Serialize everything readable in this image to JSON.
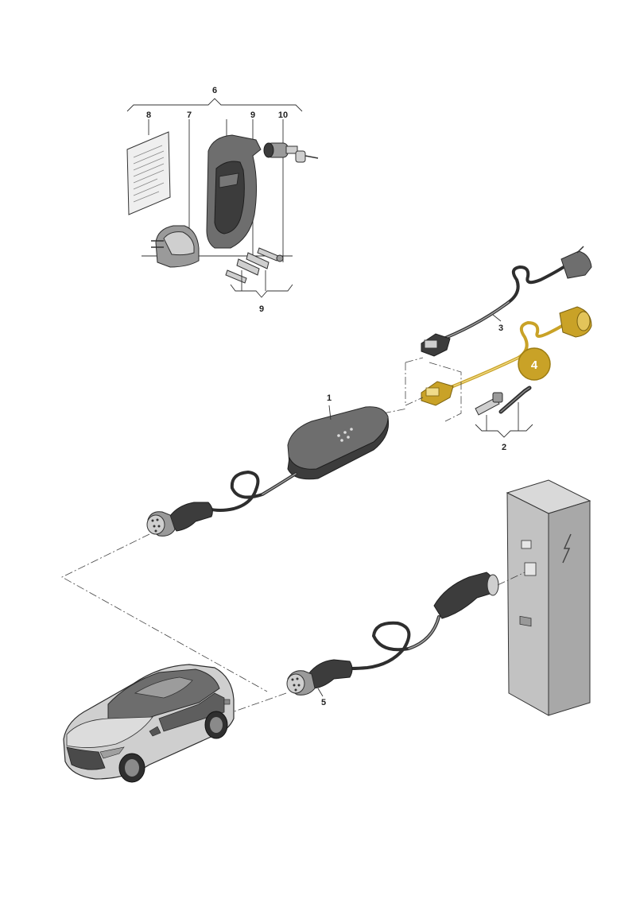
{
  "labels": {
    "l1": "1",
    "l2": "2",
    "l3": "3",
    "l4": "4",
    "l5": "5",
    "l6": "6",
    "l7": "7",
    "l8": "8",
    "l9a": "9",
    "l9b": "9",
    "l10": "10"
  },
  "highlight": {
    "part": "4",
    "color": "#c9a227",
    "badge_color": "#c9a227"
  },
  "colors": {
    "line": "#333333",
    "part_gray": "#6e6e6e",
    "background": "#ffffff"
  },
  "icons": {
    "lightning": "lightning-bolt-icon"
  }
}
